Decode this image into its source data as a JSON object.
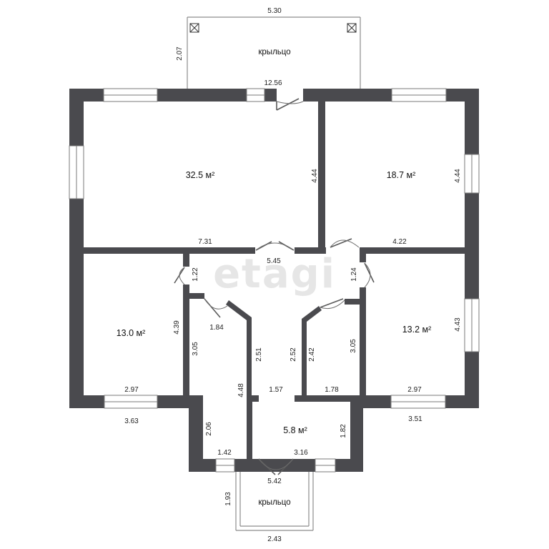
{
  "watermark": "etagi",
  "labels": {
    "porch_top": "крыльцо",
    "porch_bottom": "крыльцо"
  },
  "areas": {
    "living": "32.5 м²",
    "room_ne": "18.7 м²",
    "room_sw": "13.0 м²",
    "room_se": "13.2 м²",
    "bath": "5.8 м²"
  },
  "dims": {
    "porch_top_width": "5.30",
    "porch_top_depth": "2.07",
    "overall_width": "12.56",
    "living_height": "4.44",
    "ne_height": "4.44",
    "living_width": "7.31",
    "ne_width": "4.22",
    "hall_width": "5.45",
    "left_door_gap": "1.22",
    "right_door_gap": "1.24",
    "sw_height": "4.39",
    "se_height": "4.43",
    "corridor_door": "1.84",
    "corridor_left_h": "3.05",
    "hall_left_h": "2.51",
    "hall_right_h": "2.52",
    "closet_h": "2.42",
    "corridor_right_h": "3.05",
    "corridor_total_h": "4.48",
    "hall_bottom_w": "1.57",
    "closet_w": "1.78",
    "sw_width": "2.97",
    "se_width": "2.97",
    "sw_outer_w": "3.63",
    "se_outer_w": "3.51",
    "vestibule_h": "2.06",
    "vestibule_w": "1.42",
    "bath_w": "3.16",
    "bath_h": "1.82",
    "entry_w": "5.42",
    "porch_bottom_depth": "1.93",
    "porch_bottom_width": "2.43"
  }
}
